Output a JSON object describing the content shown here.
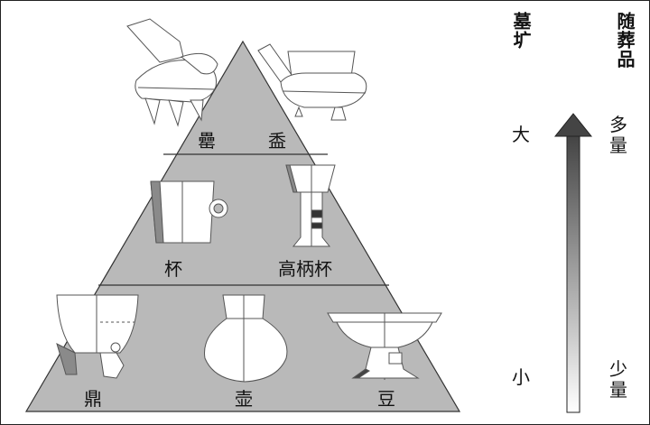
{
  "tiers": {
    "top": [
      "罍",
      "盉"
    ],
    "middle": [
      "杯",
      "高柄杯"
    ],
    "bottom": [
      "鼎",
      "壶",
      "豆"
    ]
  },
  "axis": {
    "tomb_label": "墓圹",
    "goods_label": "随葬品",
    "tomb_large": "大",
    "tomb_small": "小",
    "goods_more": "多量",
    "goods_less": "少量"
  },
  "colors": {
    "pyramid_fill": "#b9b9b9",
    "arrow_dark": "#444444",
    "line": "#333333"
  }
}
